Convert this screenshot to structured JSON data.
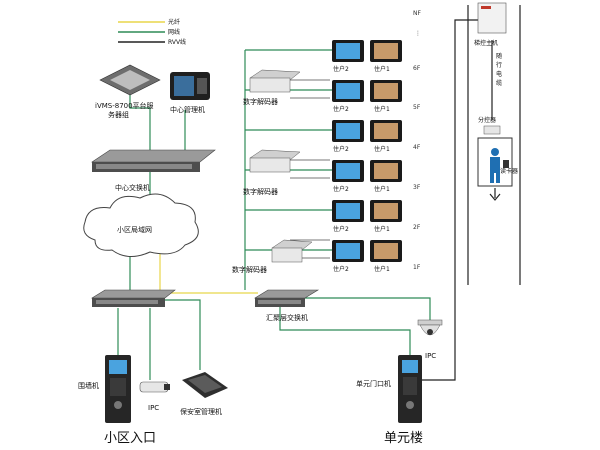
{
  "legend": [
    {
      "label": "光纤",
      "color": "#e8d64a"
    },
    {
      "label": "网线",
      "color": "#2e8b57"
    },
    {
      "label": "RVV线",
      "color": "#222222"
    }
  ],
  "labels": {
    "platform_server": "iVMS-8700平台服",
    "platform_server_2": "务器组",
    "center_manager": "中心管理机",
    "center_switch": "中心交换机",
    "network_cloud": "小区局域网",
    "aggregation_switch": "汇聚层交换机",
    "decoder_1": "数字解码器",
    "decoder_2": "数字解码器",
    "decoder_3": "数字解码器",
    "resident_1": "住户1",
    "resident_2": "住户2",
    "fence_unit": "围墙机",
    "ipc_1": "IPC",
    "guard_manager": "保安室管理机",
    "ipc_2": "IPC",
    "unit_door": "单元门口机",
    "elevator_master": "梯控主机",
    "elevator_cable_1": "随",
    "elevator_cable_2": "行",
    "elevator_cable_3": "电",
    "elevator_cable_4": "缆",
    "elevator_slave": "分控器",
    "card_reader": "读卡器",
    "entrance": "小区入口",
    "building": "单元楼"
  },
  "floors": [
    "NF",
    "6F",
    "5F",
    "4F",
    "3F",
    "2F",
    "1F"
  ],
  "colors": {
    "network": "#2e8b57",
    "fiber": "#e8d64a",
    "rvv": "#222222",
    "device_dark": "#2b2b2b",
    "screen_blue": "#4aa3df"
  }
}
